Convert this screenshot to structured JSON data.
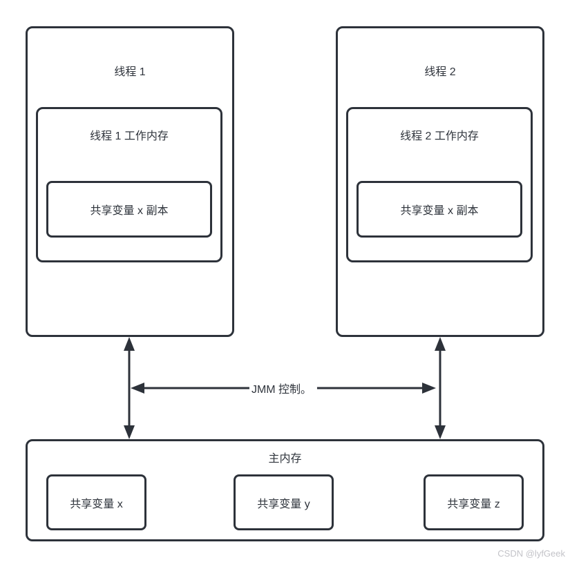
{
  "colors": {
    "stroke": "#2d323a",
    "text": "#2f343c",
    "watermark": "#c3c3c8",
    "background": "#ffffff"
  },
  "diagram": {
    "thread1": {
      "title": "线程 1",
      "working_memory": {
        "title": "线程 1 工作内存",
        "variable_copy": "共享变量 x 副本"
      }
    },
    "thread2": {
      "title": "线程 2",
      "working_memory": {
        "title": "线程 2 工作内存",
        "variable_copy": "共享变量 x 副本"
      }
    },
    "jmm_control_label": "JMM 控制。",
    "main_memory": {
      "title": "主内存",
      "variables": [
        "共享变量 x",
        "共享变量 y",
        "共享变量 z"
      ]
    }
  },
  "watermark": "CSDN @lyfGeek"
}
